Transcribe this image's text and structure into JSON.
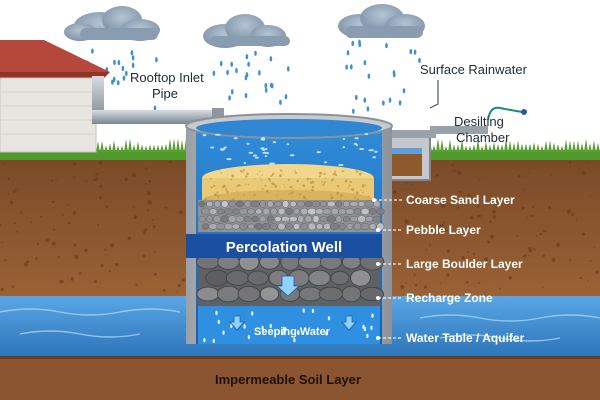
{
  "labels": {
    "rooftop_inlet": [
      "Rooftop Inlet",
      "Pipe"
    ],
    "surface_rainwater": "Surface Rainwater",
    "desilting": [
      "Desilting",
      "Chamber"
    ],
    "coarse_sand": "Coarse Sand Layer",
    "pebble": "Pebble Layer",
    "large_boulder": "Large Boulder Layer",
    "recharge_zone": "Recharge Zone",
    "water_table": "Water Table / Aquifer",
    "well_title": "Percolation Well",
    "seeping_water": "Seeping Water",
    "impermeable": "Impermeable Soil Layer"
  },
  "colors": {
    "label_band": "#1b4fa0",
    "soil": "#8a5530",
    "aquifer": "#3f8ed2",
    "sand": "#e9c878",
    "grass": "#5aa032",
    "pebble": "#9a9a9a",
    "boulder": "#6b6b6b"
  }
}
